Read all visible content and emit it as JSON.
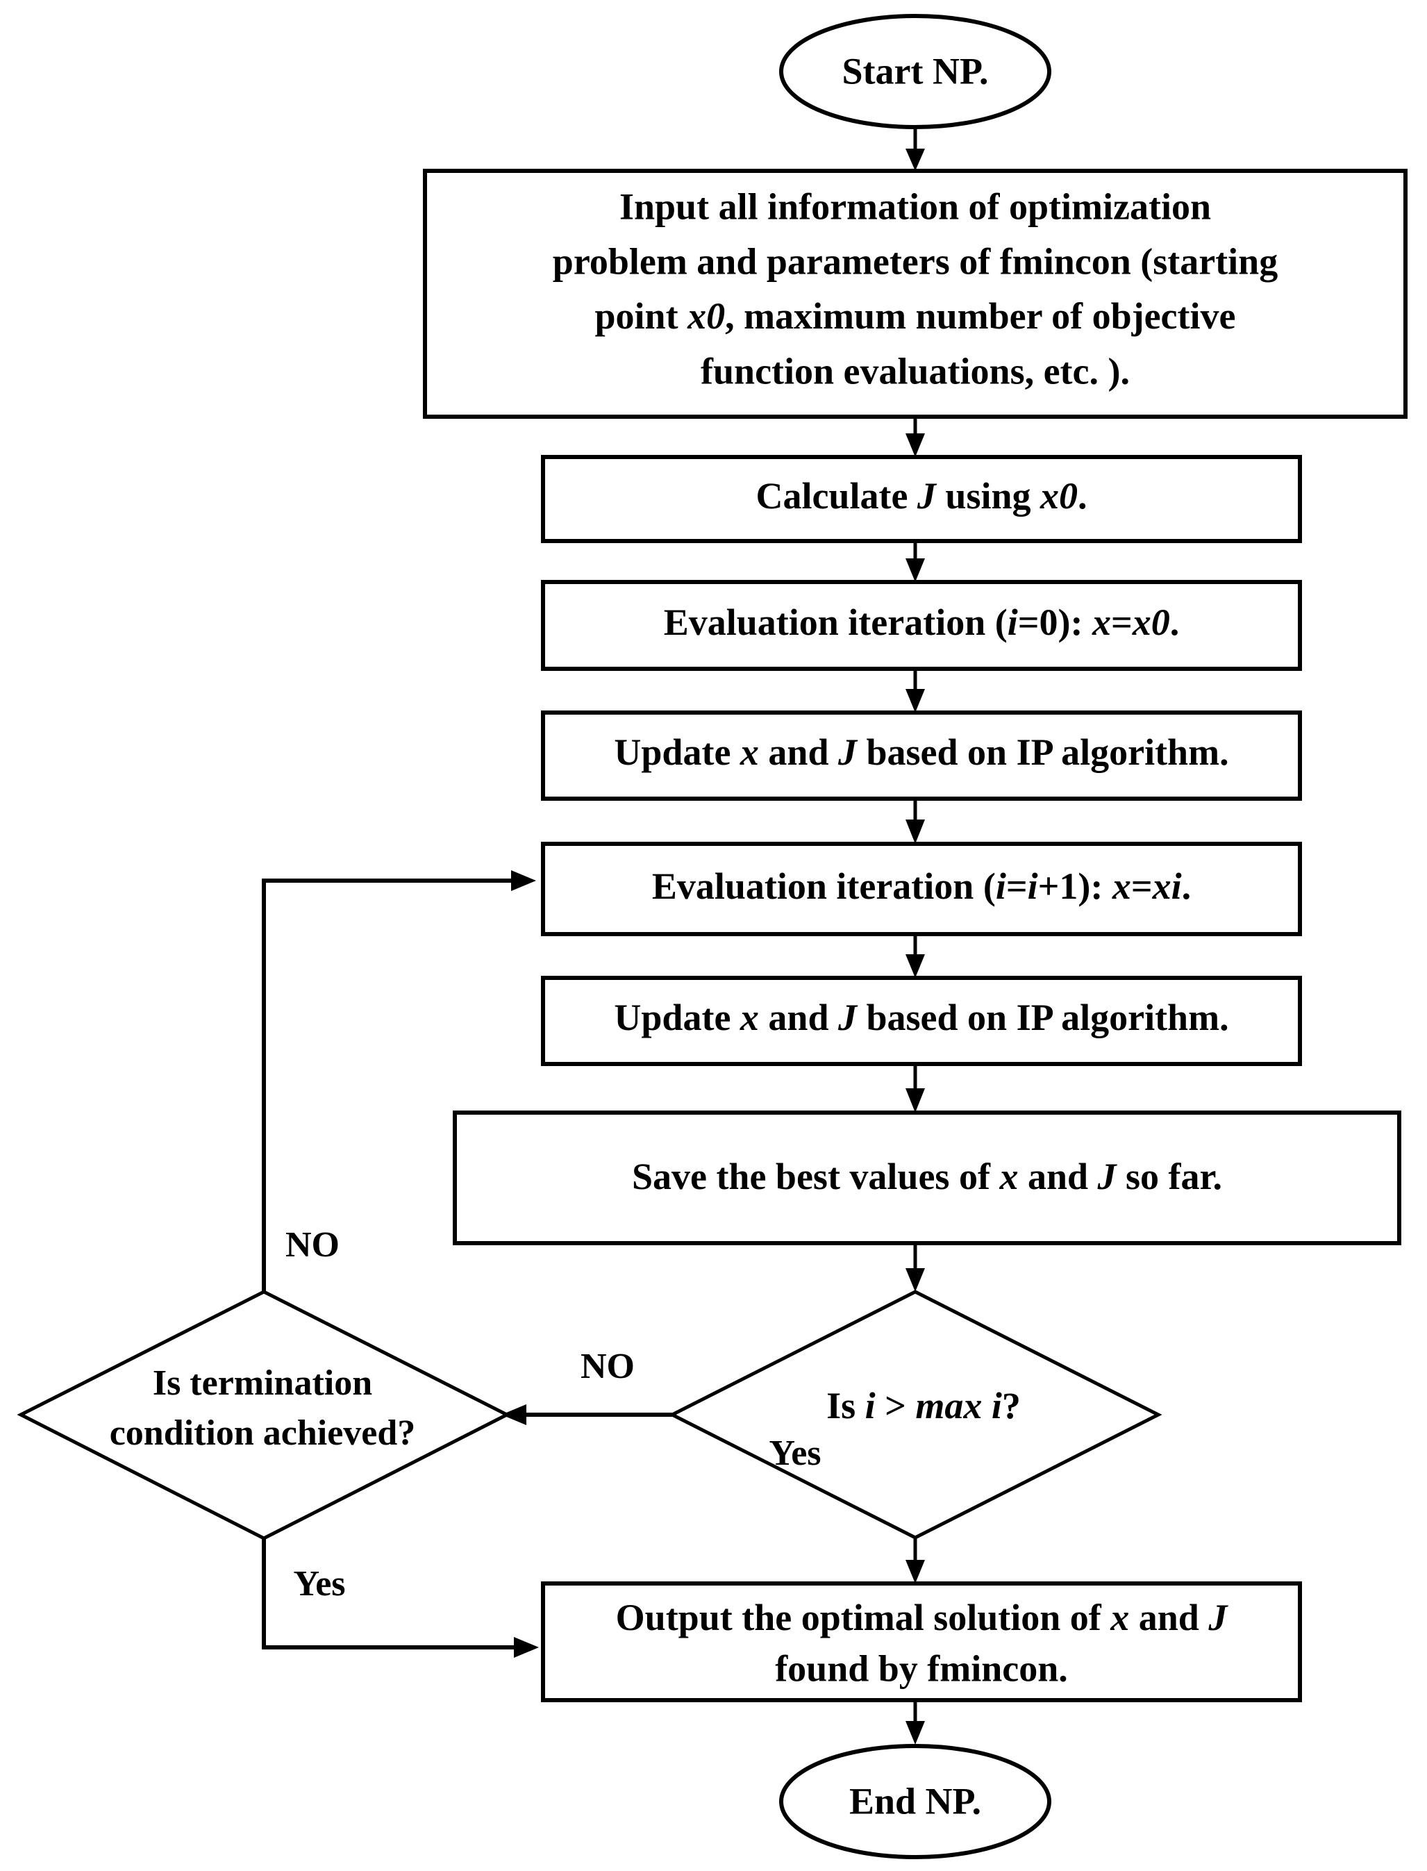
{
  "diagram": {
    "title": "NP optimization flowchart (fmincon / interior-point)",
    "background_color": "#ffffff",
    "line_color": "#000000",
    "nodes": {
      "start": {
        "shape": "ellipse",
        "label": "Start NP."
      },
      "input": {
        "shape": "process",
        "line1": "Input all information of optimization",
        "line2": "problem and parameters of fmincon (starting",
        "line3_a": "point ",
        "line3_i": "x0",
        "line3_b": ", maximum number of objective",
        "line4": "function evaluations, etc. )."
      },
      "calculate": {
        "shape": "process",
        "part_a": "Calculate  ",
        "part_i1": "J",
        "part_b": "  using ",
        "part_i2": "x0",
        "part_c": "."
      },
      "eval_init": {
        "shape": "process",
        "part_a": "Evaluation iteration (",
        "part_i1": "i",
        "part_b": "=0): ",
        "part_i2": "x",
        "part_c": "=",
        "part_i3": "x0",
        "part_d": "."
      },
      "update_first": {
        "shape": "process",
        "part_a": "Update ",
        "part_i1": "x",
        "part_b": " and  ",
        "part_i2": "J",
        "part_c": " based on IP algorithm."
      },
      "eval_increment": {
        "shape": "process",
        "part_a": "Evaluation iteration (",
        "part_i1": "i",
        "part_b": "=",
        "part_i2": "i",
        "part_c": "+1): ",
        "part_i3": "x",
        "part_d": "=",
        "part_i4": "xi",
        "part_e": "."
      },
      "update_second": {
        "shape": "process",
        "part_a": "Update ",
        "part_i1": "x",
        "part_b": " and  ",
        "part_i2": "J",
        "part_c": " based on IP algorithm."
      },
      "save_best": {
        "shape": "process",
        "part_a": "Save the best values of  ",
        "part_i1": "x",
        "part_b": " and ",
        "part_i2": "J",
        "part_c": " so far."
      },
      "decision_maxi": {
        "shape": "decision",
        "part_a": "Is ",
        "part_i1": "i",
        "part_b": " > ",
        "part_i2": "max i",
        "part_c": "?"
      },
      "decision_termination": {
        "shape": "decision",
        "line1": "Is termination",
        "line2": "condition achieved?"
      },
      "output": {
        "shape": "process",
        "line1_a": "Output the optimal solution of ",
        "line1_i1": "x",
        "line1_b": " and ",
        "line1_i2": "J",
        "line2": "found by fmincon."
      },
      "end": {
        "shape": "ellipse",
        "label": "End NP."
      }
    },
    "edge_labels": {
      "maxi_no": "NO",
      "maxi_yes": "Yes",
      "termination_no": "NO",
      "termination_yes": "Yes"
    }
  }
}
